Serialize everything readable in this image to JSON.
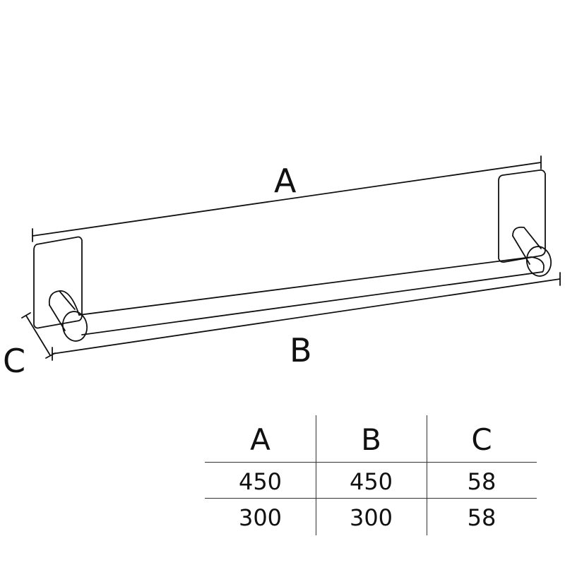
{
  "diagram": {
    "dimension_labels": {
      "a": "A",
      "b": "B",
      "c": "C"
    }
  },
  "table": {
    "headers": [
      "A",
      "B",
      "C"
    ],
    "rows": [
      [
        "450",
        "450",
        "58"
      ],
      [
        "300",
        "300",
        "58"
      ]
    ]
  }
}
